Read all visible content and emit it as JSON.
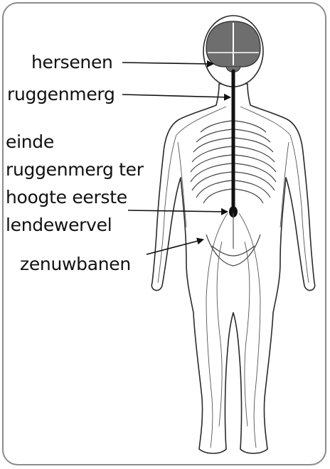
{
  "labels": {
    "brain": "hersenen",
    "spinal_cord": "ruggenmerg",
    "end_line1": "einde",
    "end_line2": "ruggenmerg ter",
    "end_line3": "hoogte eerste",
    "end_line4": "lendewervel",
    "nerves": "zenuwbanen"
  },
  "colors": {
    "border": "#8c8c8c",
    "brain": "#6e6e6e",
    "outline": "#2a2a2a",
    "nerve": "#555555",
    "cord": "#111111"
  }
}
